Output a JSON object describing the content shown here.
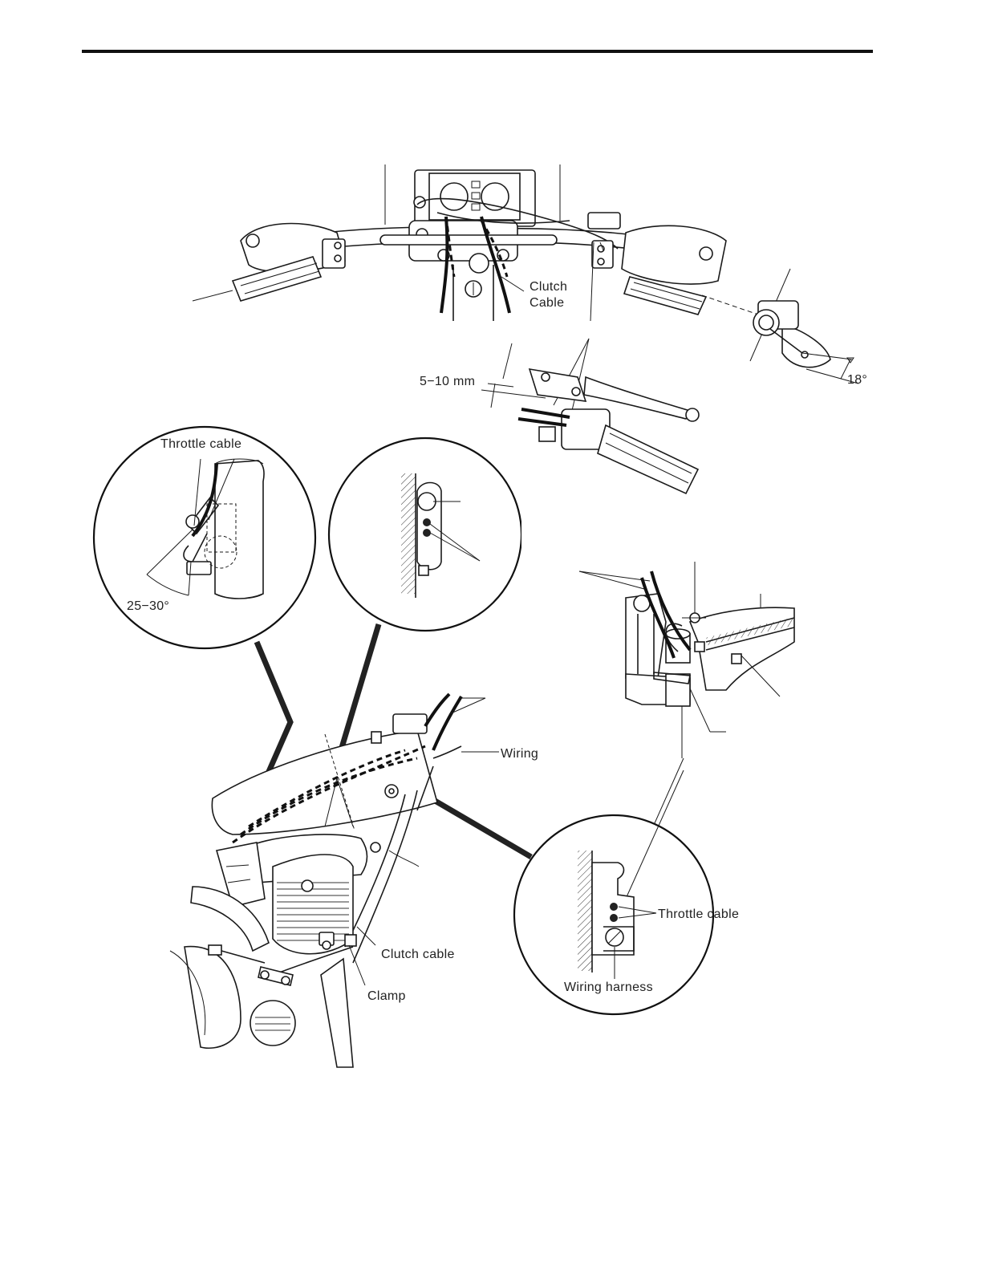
{
  "labels": {
    "clutch_cable_top_line1": "Clutch",
    "clutch_cable_top_line2": "Cable",
    "lever_play": "5−10 mm",
    "throttle_angle": "18°",
    "throttle_cable_inset": "Throttle cable",
    "throttle_play_angle": "25−30°",
    "wiring": "Wiring",
    "clutch_cable_frame": "Clutch cable",
    "clamp": "Clamp",
    "throttle_cable_right_inset": "Throttle cable",
    "wiring_harness": "Wiring harness"
  },
  "colors": {
    "ink": "#1a1a1a",
    "paper": "#ffffff"
  }
}
